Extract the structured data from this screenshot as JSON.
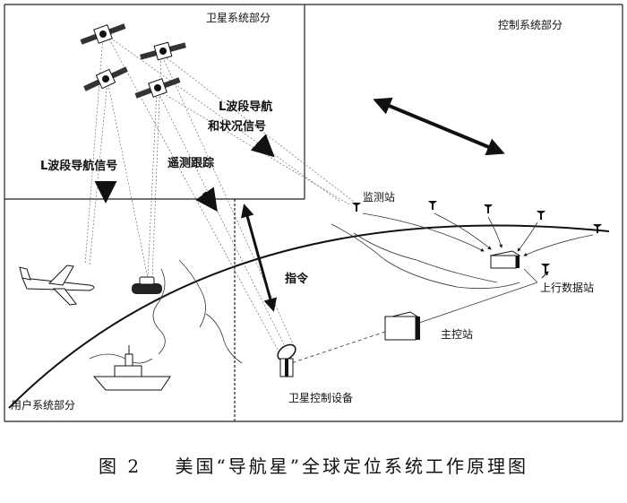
{
  "sections": {
    "satellite": "卫星系统部分",
    "control": "控制系统部分",
    "user": "用户系统部分"
  },
  "signals": {
    "l_band_nav_status": [
      "L波段导航",
      "和状况信号"
    ],
    "l_band_nav": "L波段导航信号",
    "telemetry_tracking": "遥测跟踪",
    "command": "指令"
  },
  "stations": {
    "monitor": "监测站",
    "uplink": "上行数据站",
    "master": "主控站",
    "satellite_control": "卫星控制设备"
  },
  "caption": {
    "figure": "图 2",
    "title": "美国“导航星”全球定位系统工作原理图"
  }
}
